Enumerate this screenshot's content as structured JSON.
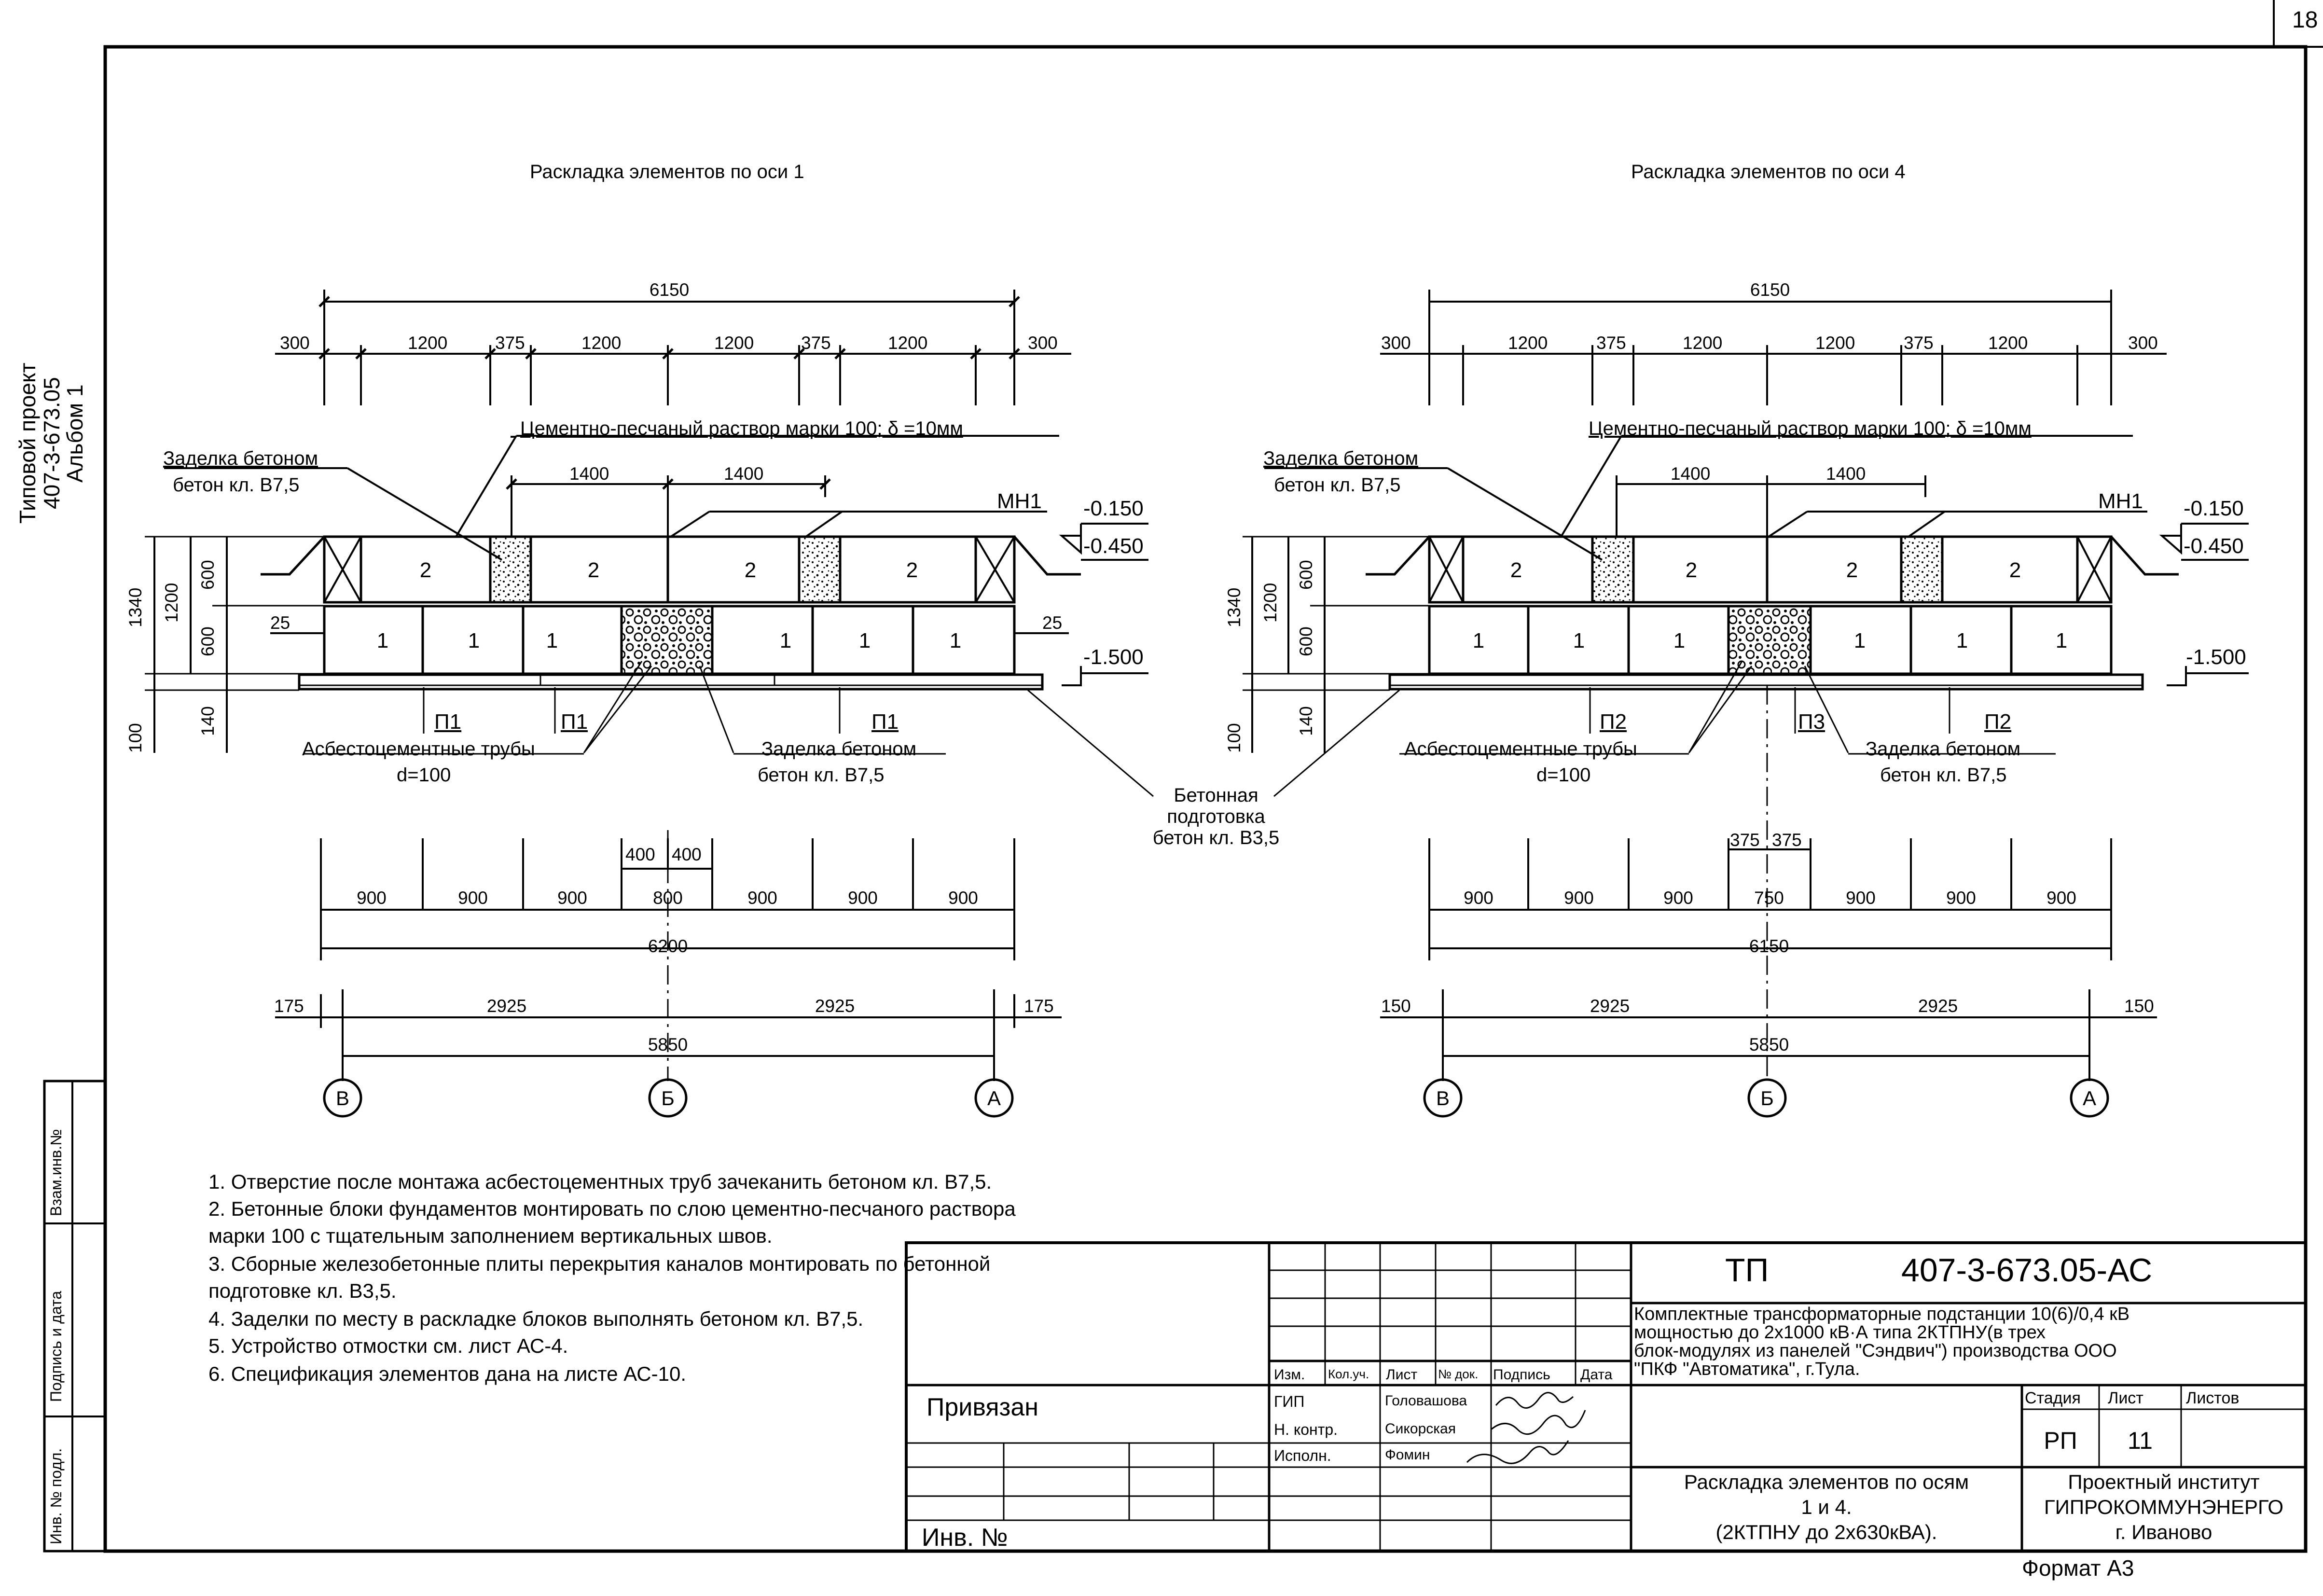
{
  "page_number": "18",
  "side_stamp": {
    "line1": "Типовой проект",
    "line2": "407-3-673.05",
    "line3": "Альбом 1"
  },
  "side_cells": {
    "vzam": "Взам.инв.№",
    "podpis": "Подпись и дата",
    "inv": "Инв. № подл."
  },
  "left_view": {
    "title": "Раскладка элементов по оси 1",
    "dim_total_top": "6150",
    "dims_top": [
      "300",
      "1200",
      "375",
      "1200",
      "1200",
      "375",
      "1200",
      "300"
    ],
    "mortar_note": "Цементно-песчаный раствор марки 100; δ =10мм",
    "seal_top_1": "Заделка бетоном",
    "seal_top_2": "бетон кл. В7,5",
    "dim_1400_a": "1400",
    "dim_1400_b": "1400",
    "mn": "МН1",
    "lvl_150": "-0.150",
    "lvl_450": "-0.450",
    "lvl_1500": "-1.500",
    "dim_1340": "1340",
    "dim_1200": "1200",
    "dim_600_a": "600",
    "dim_600_b": "600",
    "dim_100": "100",
    "dim_140": "140",
    "dim_25_l": "25",
    "dim_25_r": "25",
    "top_blocks": [
      "2",
      "2",
      "2",
      "2"
    ],
    "bottom_blocks": [
      "1",
      "1",
      "1",
      "1",
      "1",
      "1"
    ],
    "plates": [
      "П1",
      "П1",
      "П1"
    ],
    "pipes_1": "Асбестоцементные трубы",
    "pipes_2": "d=100",
    "seal_bot_1": "Заделка бетоном",
    "seal_bot_2": "бетон кл. В7,5",
    "dims_mid_small": [
      "400",
      "400"
    ],
    "dims_mid": [
      "900",
      "900",
      "900",
      "800",
      "900",
      "900",
      "900"
    ],
    "dim_total_mid": "6200",
    "dims_axis": [
      "175",
      "2925",
      "2925",
      "175"
    ],
    "dim_total_axis": "5850",
    "axes": [
      "В",
      "Б",
      "А"
    ]
  },
  "right_view": {
    "title": "Раскладка элементов по оси 4",
    "dim_total_top": "6150",
    "dims_top": [
      "300",
      "1200",
      "375",
      "1200",
      "1200",
      "375",
      "1200",
      "300"
    ],
    "mortar_note": "Цементно-песчаный раствор марки 100; δ =10мм",
    "seal_top_1": "Заделка бетоном",
    "seal_top_2": "бетон кл. В7,5",
    "dim_1400_a": "1400",
    "dim_1400_b": "1400",
    "mn": "МН1",
    "lvl_150": "-0.150",
    "lvl_450": "-0.450",
    "lvl_1500": "-1.500",
    "dim_1340": "1340",
    "dim_1200": "1200",
    "dim_600_a": "600",
    "dim_600_b": "600",
    "dim_100": "100",
    "dim_140": "140",
    "top_blocks": [
      "2",
      "2",
      "2",
      "2"
    ],
    "bottom_blocks": [
      "1",
      "1",
      "1",
      "1",
      "1",
      "1"
    ],
    "plates": [
      "П2",
      "П3",
      "П2"
    ],
    "pipes_1": "Асбестоцементные трубы",
    "pipes_2": "d=100",
    "seal_bot_1": "Заделка бетоном",
    "seal_bot_2": "бетон кл. В7,5",
    "dims_mid_small": [
      "375",
      "375"
    ],
    "dims_mid": [
      "900",
      "900",
      "900",
      "750",
      "900",
      "900",
      "900"
    ],
    "dim_total_mid": "6150",
    "dims_axis": [
      "150",
      "2925",
      "2925",
      "150"
    ],
    "dim_total_axis": "5850",
    "axes": [
      "В",
      "Б",
      "А"
    ]
  },
  "concrete_prep": {
    "line1": "Бетонная",
    "line2": "подготовка",
    "line3": "бетон кл. В3,5"
  },
  "notes": [
    "1. Отверстие после монтажа асбестоцементных труб зачеканить бетоном кл. В7,5.",
    "2. Бетонные блоки фундаментов монтировать по слою цементно-песчаного раствора",
    "марки 100 с тщательным заполнением вертикальных швов.",
    "3. Сборные железобетонные плиты перекрытия каналов монтировать по бетонной",
    "подготовке кл. В3,5.",
    "4. Заделки по месту в раскладке блоков выполнять бетоном кл. В7,5.",
    "5. Устройство отмостки см. лист АС-4.",
    "6. Спецификация элементов дана на листе АС-10."
  ],
  "title_block": {
    "tp": "ТП",
    "code": "407-3-673.05-АС",
    "desc_1": "Комплектные трансформаторные подстанции 10(6)/0,4 кВ",
    "desc_2": "мощностью до 2х1000 кВ·А типа 2КТПНУ(в трех",
    "desc_3": "блок-модулях из панелей \"Сэндвич\") производства ООО",
    "desc_4": "\"ПКФ \"Автоматика\", г.Тула.",
    "hdr_izm": "Изм.",
    "hdr_kol": "Кол.уч.",
    "hdr_list": "Лист",
    "hdr_ndok": "№ док.",
    "hdr_podp": "Подпись",
    "hdr_data": "Дата",
    "role_gip": "ГИП",
    "role_nk": "Н. контр.",
    "role_isp": "Исполн.",
    "name_gip": "Головашова",
    "name_nk": "Сикорская",
    "name_isp": "Фомин",
    "stadiya_h": "Стадия",
    "list_h": "Лист",
    "listov_h": "Листов",
    "stadiya": "РП",
    "list": "11",
    "sheet_title_1": "Раскладка элементов по осям",
    "sheet_title_2": "1 и 4.",
    "sheet_title_3": "(2КТПНУ до 2х630кВА).",
    "org_1": "Проектный институт",
    "org_2": "ГИПРОКОММУНЭНЕРГО",
    "org_3": "г. Иваново",
    "privyazan": "Привязан",
    "inv_no": "Инв. №",
    "format": "Формат А3"
  }
}
